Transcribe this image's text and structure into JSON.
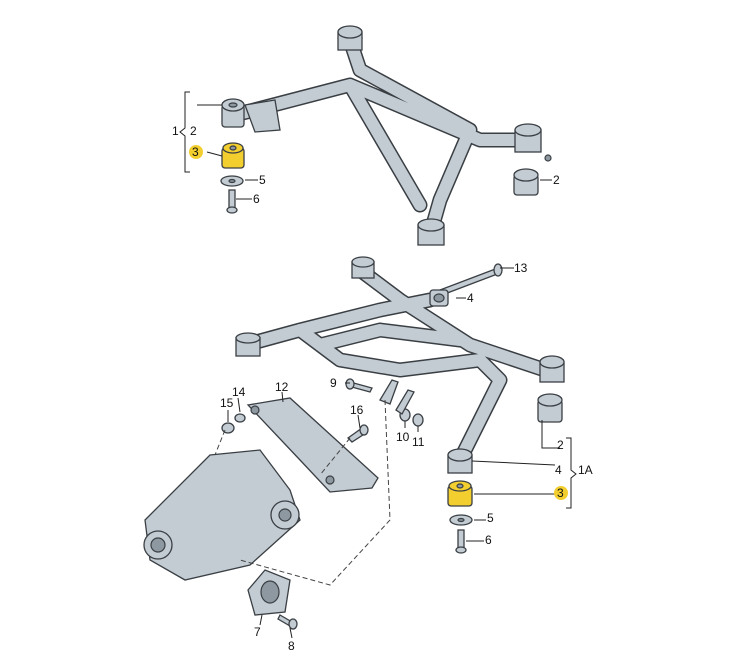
{
  "colors": {
    "highlight": "#f2cf2e",
    "part": "#c3ccd3",
    "outline": "#3a3f44"
  },
  "upper": {
    "labels": {
      "assembly": "1",
      "bushing_group": "2",
      "bushing_highlight": "3",
      "washer": "5",
      "bolt": "6",
      "bushing_right": "2"
    }
  },
  "lower": {
    "labels": {
      "bolt_long": "13",
      "bushing_top": "4",
      "bolt_9": "9",
      "part_14": "14",
      "nut_15": "15",
      "bracket": "12",
      "bolt_16": "16",
      "washer_10": "10",
      "nut_11": "11",
      "bushing_group": "2",
      "bushing_right": "4",
      "assembly": "1A",
      "bushing_highlight": "3",
      "washer": "5",
      "bolt": "6",
      "mount": "7",
      "bolt_8": "8"
    }
  }
}
